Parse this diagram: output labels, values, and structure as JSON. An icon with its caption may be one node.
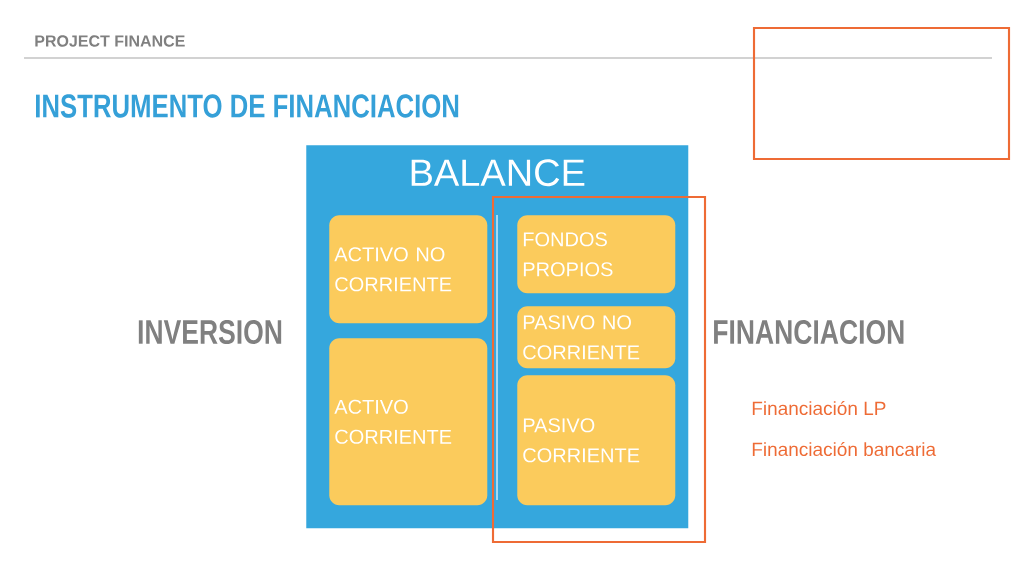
{
  "diagram": {
    "title": "INSTRUMENTO DE FINANCIACION",
    "nodes": [
      {
        "text": [
          "BALANCE"
        ]
      },
      {
        "text": [
          "ACTIVO NO CORRIENTE"
        ],
        "in": 0
      },
      {
        "text": [
          "ACTIVO CORRIENTE"
        ],
        "in": 0
      },
      {
        "text": [
          "FONDOS PROPIOS"
        ],
        "in": 0
      },
      {
        "text": [
          "PASIVO NO CORRIENTE"
        ],
        "in": 0
      },
      {
        "text": [
          "PASIVO CORRIENTE"
        ],
        "in": 0
      }
    ],
    "edges": [],
    "labels": [
      "PROJECT FINANCE",
      "INVERSION",
      "FINANCIACION",
      "Financiación LP",
      "Financiación bancaria"
    ]
  }
}
